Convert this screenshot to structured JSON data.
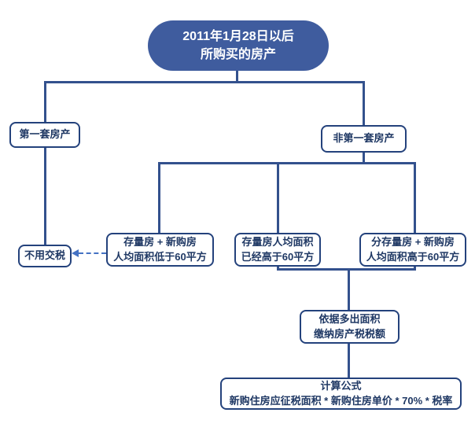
{
  "flowchart": {
    "root": {
      "line1": "2011年1月28日以后",
      "line2": "所购买的房产"
    },
    "first_property": {
      "label": "第一套房产"
    },
    "not_first_property": {
      "label": "非第一套房产"
    },
    "no_tax": {
      "label": "不用交税"
    },
    "case_below_60": {
      "line1": "存量房 + 新购房",
      "line2": "人均面积低于60平方"
    },
    "case_stock_above_60": {
      "line1": "存量房人均面积",
      "line2": "已经高于60平方"
    },
    "case_combined_above_60": {
      "line1": "分存量房 + 新购房",
      "line2": "人均面积高于60平方"
    },
    "pay_tax": {
      "line1": "依据多出面积",
      "line2": "缴纳房产税税额"
    },
    "formula": {
      "line1": "计算公式",
      "line2": "新购住房应征税面积 * 新购住房单价 * 70% * 税率"
    }
  },
  "colors": {
    "root_fill": "#3F5C9E",
    "connector": "#33518D",
    "box_border": "#24427C",
    "box_text": "#1F3864",
    "dashed_arrow": "#4472C4",
    "background": "#FFFFFF"
  }
}
